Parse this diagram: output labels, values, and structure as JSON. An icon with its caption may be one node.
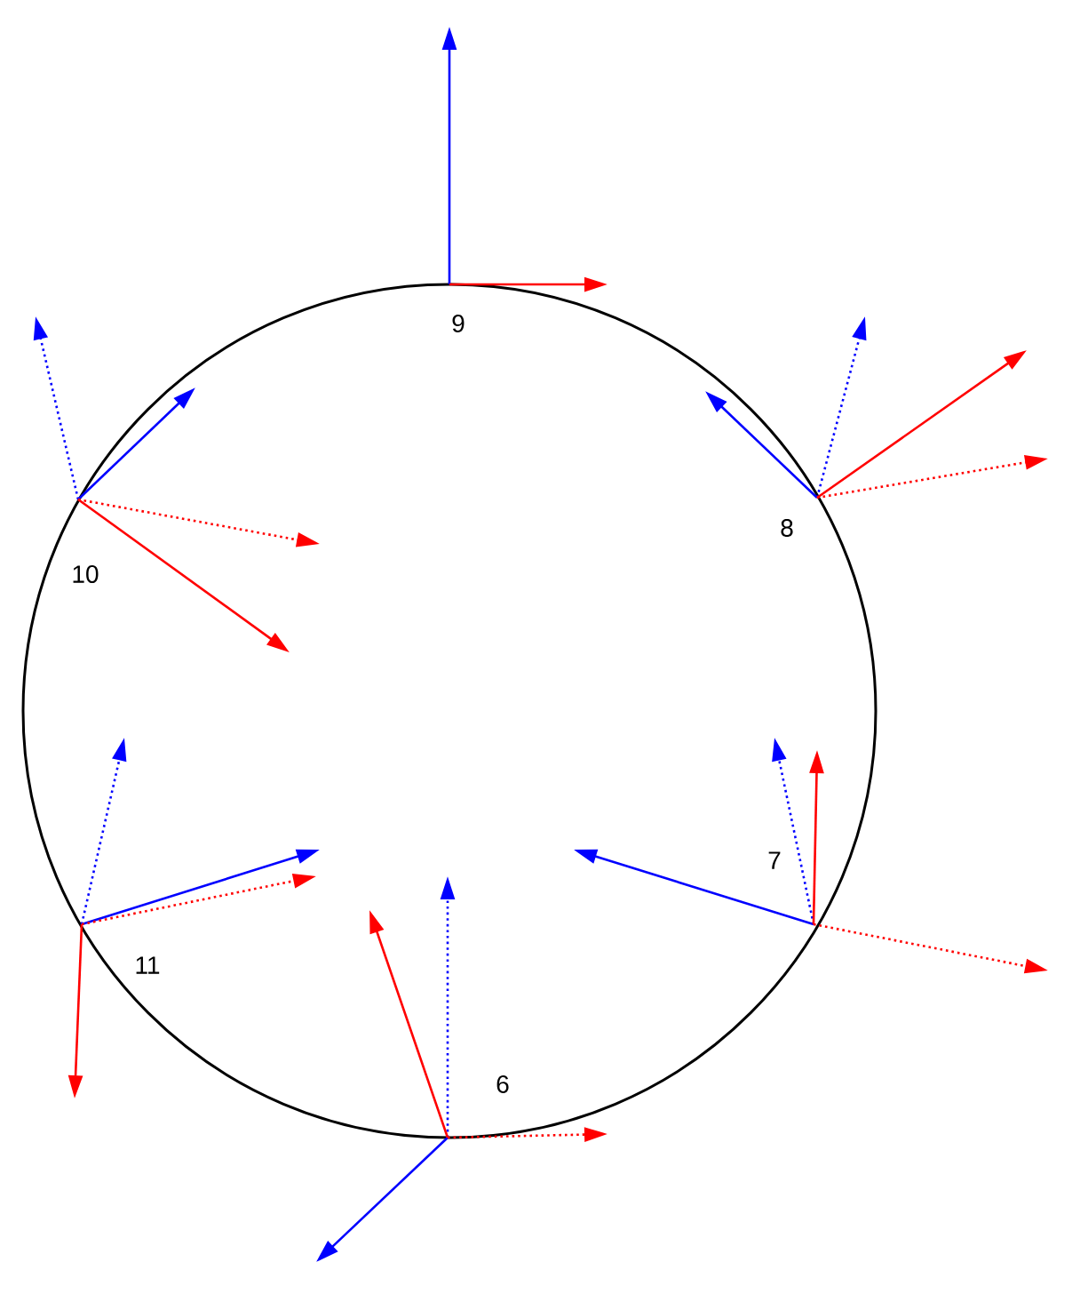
{
  "diagram": {
    "labels": [
      "9",
      "8",
      "10",
      "7",
      "11",
      "6"
    ]
  }
}
